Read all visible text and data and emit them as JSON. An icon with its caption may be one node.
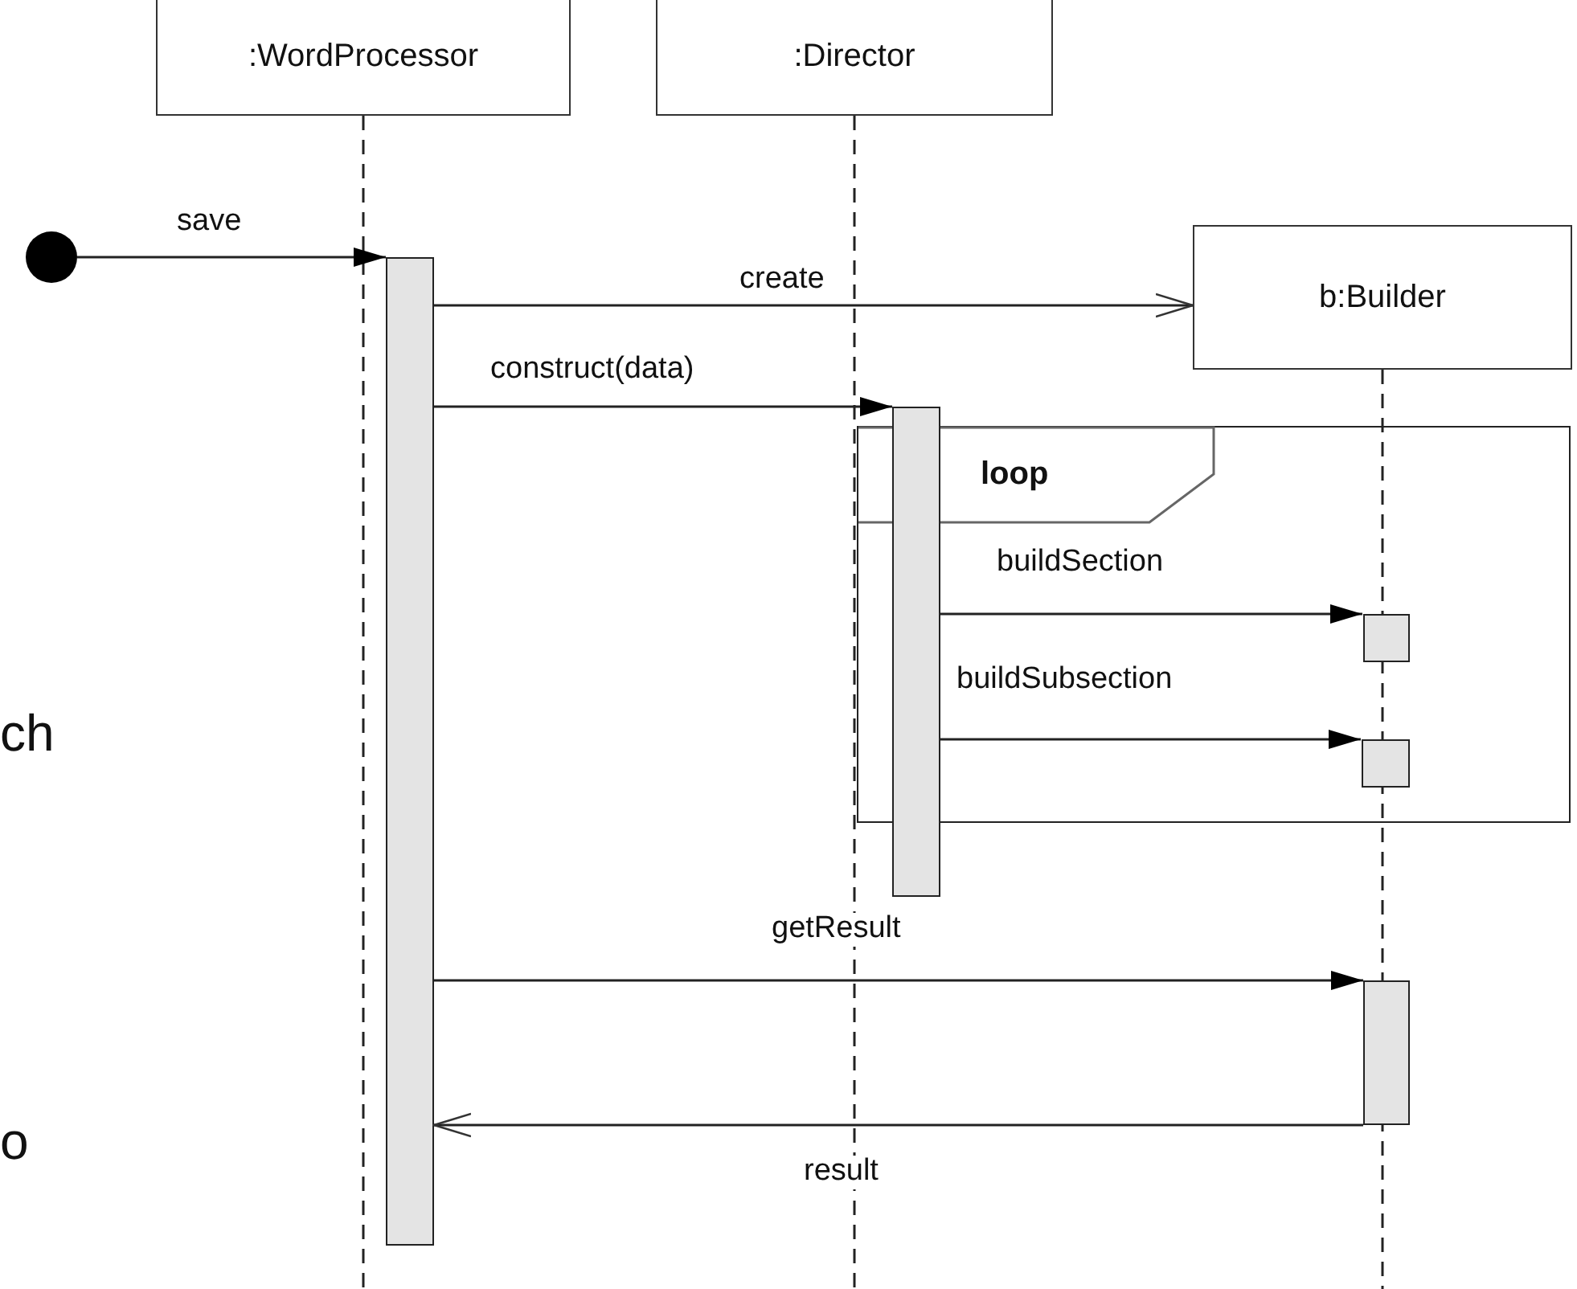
{
  "diagram": {
    "nodes": [
      {
        "text": [
          ":WordProcessor"
        ]
      },
      {
        "text": [
          ":Director"
        ]
      },
      {
        "text": [
          "b:Builder"
        ]
      },
      {
        "text": [],
        "shape": "circle"
      },
      {
        "text": [],
        "shape": "bar"
      },
      {
        "text": [],
        "shape": "bar"
      },
      {
        "text": [],
        "shape": "box",
        "in": 9
      },
      {
        "text": [],
        "shape": "box",
        "in": 9
      },
      {
        "text": [],
        "shape": "bar"
      },
      {
        "text": [
          "loop"
        ]
      }
    ],
    "edges": [
      {
        "from": 3,
        "to": 4,
        "arrow": "to",
        "label": "save"
      },
      {
        "from": 4,
        "to": 2,
        "arrow": "to",
        "label": "create"
      },
      {
        "from": 4,
        "to": 5,
        "arrow": "to",
        "label": "construct(data)"
      },
      {
        "from": 5,
        "to": 6,
        "arrow": "to",
        "label": "buildSection"
      },
      {
        "from": 5,
        "to": 7,
        "arrow": "to",
        "label": "buildSubsection"
      },
      {
        "from": 4,
        "to": 8,
        "arrow": "to",
        "label": "getResult"
      },
      {
        "from": 8,
        "to": 4,
        "arrow": "to",
        "label": "result"
      }
    ],
    "labels": [
      "ch",
      "o"
    ]
  }
}
